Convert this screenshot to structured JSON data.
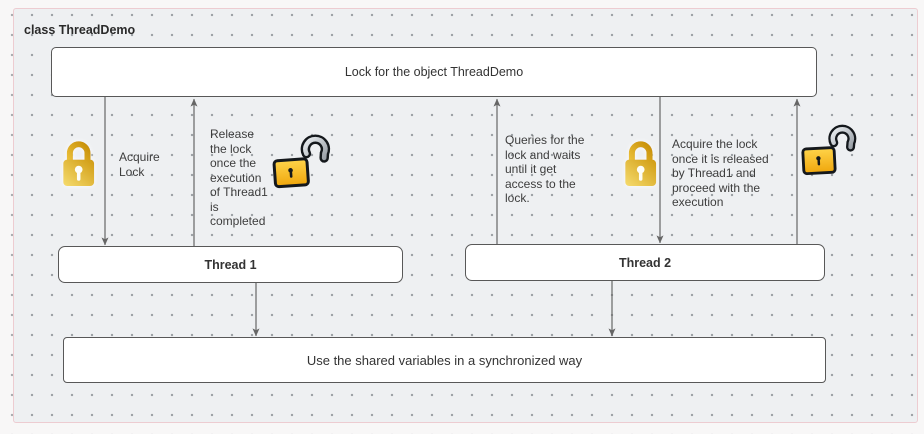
{
  "frame": {
    "title": "class ThreadDemo"
  },
  "nodes": {
    "lock": {
      "label": "Lock for the object ThreadDemo"
    },
    "thread1": {
      "label": "Thread 1"
    },
    "thread2": {
      "label": "Thread 2"
    },
    "shared": {
      "label": "Use the shared variables in a synchronized way"
    }
  },
  "annotations": {
    "acquire1": "Acquire\nLock",
    "release1": "Release\nthe lock\nonce the\nexecution\nof Thread1\nis\ncompleted",
    "queries": "Queries for the\nlock and waits\nuntil it get\naccess to the\nlock.",
    "acquire2": "Acquire the lock\nonce it is released\nby Thread1 and\nproceed with the\nexecution"
  },
  "icons": {
    "left_closed_lock": "locked-padlock",
    "left_open_lock": "unlocked-padlock",
    "right_closed_lock": "locked-padlock",
    "right_open_lock": "unlocked-padlock"
  },
  "colors": {
    "padlock_gold_dark": "#D09B12",
    "padlock_gold_light": "#F6DC6E",
    "open_lock_top": "#FFD44A",
    "open_lock_bottom": "#EFA60C",
    "shackle_steel": "#CDD2D6",
    "outline_black": "#14181C",
    "connector": "#666666",
    "node_border": "#585858",
    "node_fill": "#FFFFFF",
    "text": "#333333",
    "page_fill": "#EEF0F2",
    "outer_fill": "#F8F7F7",
    "page_border": "#EDCCD1"
  }
}
